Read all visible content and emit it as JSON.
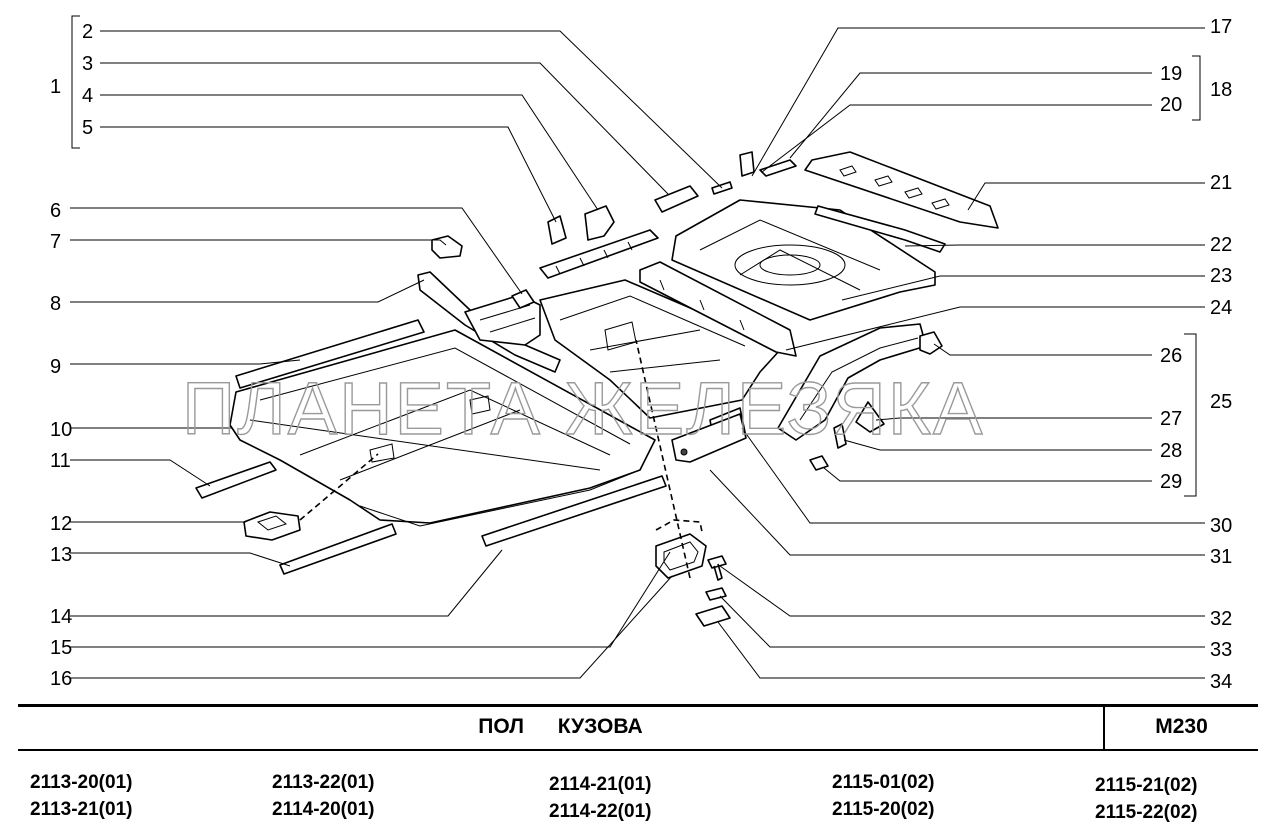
{
  "callouts": [
    {
      "n": "1"
    },
    {
      "n": "2"
    },
    {
      "n": "3"
    },
    {
      "n": "4"
    },
    {
      "n": "5"
    },
    {
      "n": "6"
    },
    {
      "n": "7"
    },
    {
      "n": "8"
    },
    {
      "n": "9"
    },
    {
      "n": "10"
    },
    {
      "n": "11"
    },
    {
      "n": "12"
    },
    {
      "n": "13"
    },
    {
      "n": "14"
    },
    {
      "n": "15"
    },
    {
      "n": "16"
    },
    {
      "n": "17"
    },
    {
      "n": "18"
    },
    {
      "n": "19"
    },
    {
      "n": "20"
    },
    {
      "n": "21"
    },
    {
      "n": "22"
    },
    {
      "n": "23"
    },
    {
      "n": "24"
    },
    {
      "n": "25"
    },
    {
      "n": "26"
    },
    {
      "n": "27"
    },
    {
      "n": "28"
    },
    {
      "n": "29"
    },
    {
      "n": "30"
    },
    {
      "n": "31"
    },
    {
      "n": "32"
    },
    {
      "n": "33"
    },
    {
      "n": "34"
    }
  ],
  "watermark": "ПЛАНЕТА ЖЕЛЕЗЯКА",
  "title": "ПОЛ КУЗОВА",
  "sheet_code": "М230",
  "models": [
    "2113-20(01)",
    "2113-21(01)",
    "2113-22(01)",
    "2114-20(01)",
    "2114-21(01)",
    "2114-22(01)",
    "2115-01(02)",
    "2115-20(02)",
    "2115-21(02)",
    "2115-22(02)"
  ],
  "colors": {
    "ink": "#000000",
    "watermark": "#9a9a9a",
    "background": "#ffffff"
  }
}
